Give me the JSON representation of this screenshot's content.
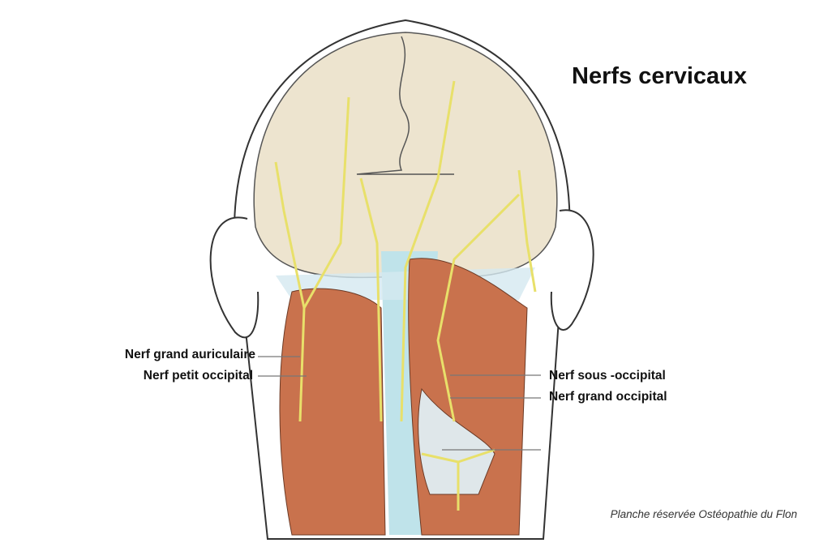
{
  "title": "Nerfs cervicaux",
  "labels": {
    "grand_auriculaire": "Nerf grand auriculaire",
    "petit_occipital": "Nerf petit occipital",
    "sous_occipital": "Nerf sous -occipital",
    "grand_occipital": "Nerf grand occipital"
  },
  "credit": "Planche réservée Ostéopathie du Flon",
  "colors": {
    "skull": "#ede4cf",
    "muscle": "#c9724d",
    "nerve": "#e8e06a",
    "spine": "#bfe3ea",
    "outline": "#333333"
  }
}
